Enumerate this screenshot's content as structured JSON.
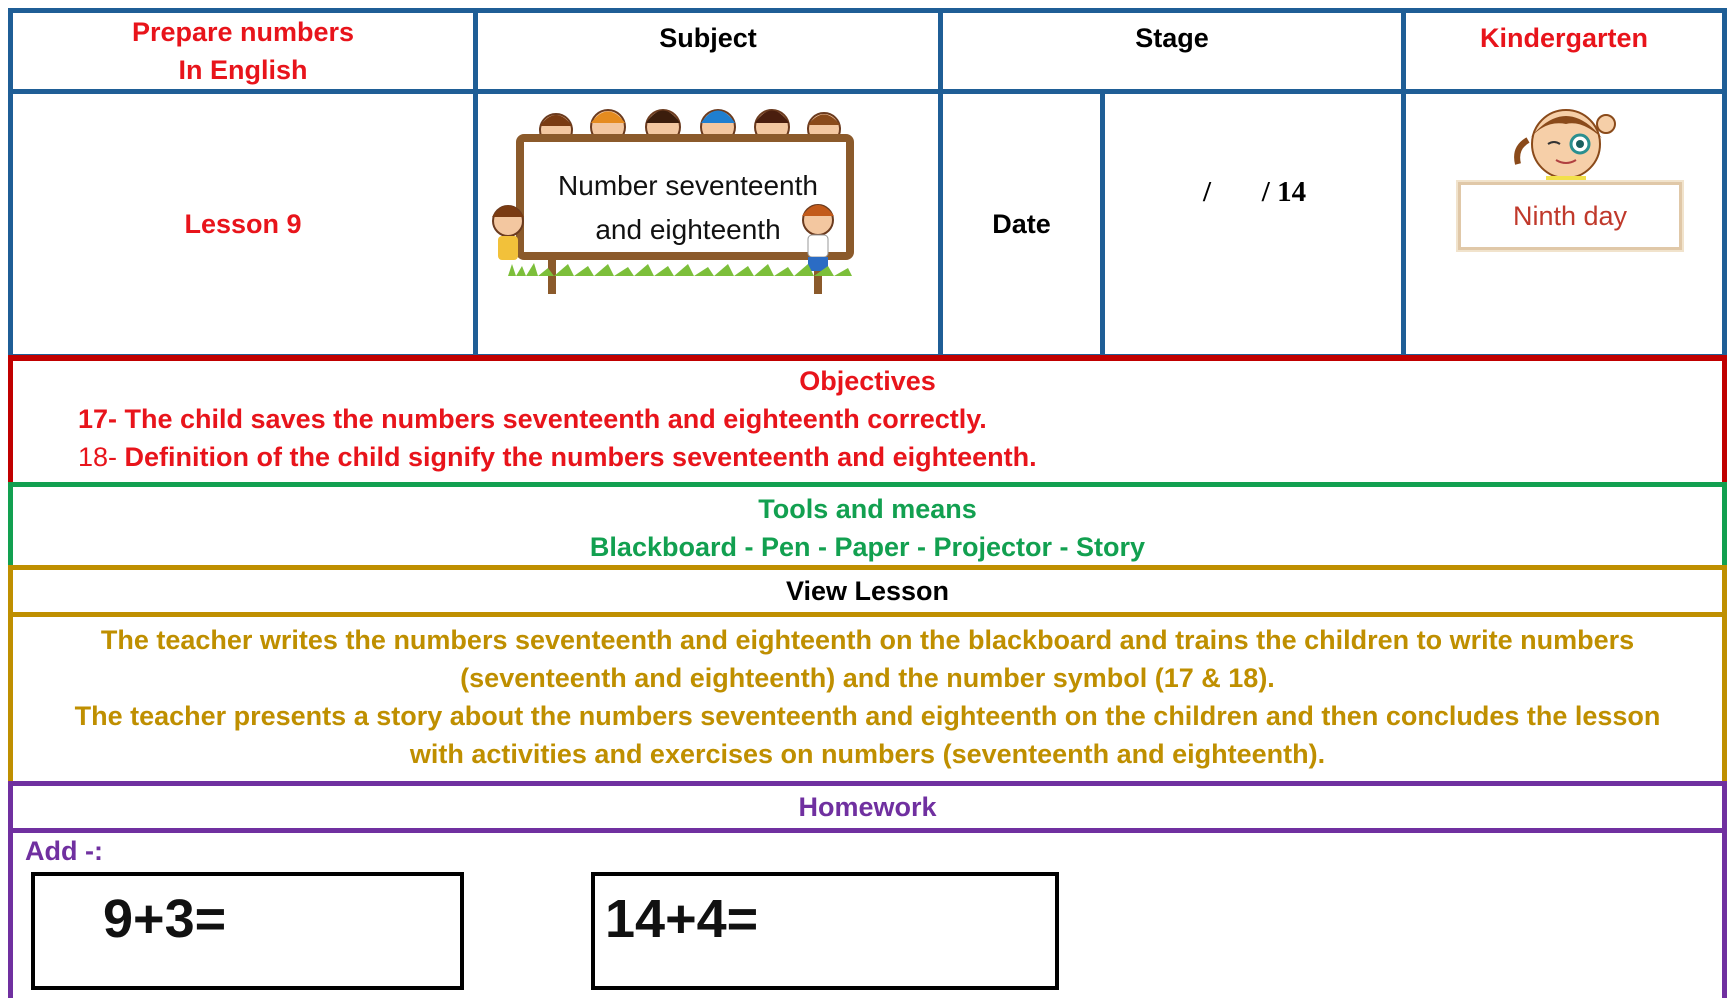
{
  "header": {
    "left_line1": "Prepare numbers",
    "left_line2": "In English",
    "subject": "Subject",
    "stage": "Stage",
    "right": "Kindergarten"
  },
  "row2": {
    "lesson": "Lesson 9",
    "board_line1": "Number seventeenth",
    "board_line2": "and eighteenth",
    "date_label": "Date",
    "date_value": "/       / 14",
    "day_sign": "Ninth day"
  },
  "objectives": {
    "title": "Objectives",
    "item1": "17- The child saves the numbers seventeenth and eighteenth correctly.",
    "item2_num": "18-",
    "item2_text": " Definition of the child signify the numbers seventeenth and eighteenth."
  },
  "tools": {
    "title": "Tools and means",
    "list": "Blackboard - Pen - Paper - Projector - Story"
  },
  "view_lesson": {
    "title": "View Lesson",
    "p1_line1": "The teacher writes the numbers seventeenth and eighteenth on the blackboard and trains the children to write numbers",
    "p1_line2": "(seventeenth and eighteenth) and the number symbol (17 & 18).",
    "p2_line1": "The teacher presents a story about the numbers seventeenth and eighteenth on the children and then concludes the lesson",
    "p2_line2": "with activities and exercises on numbers (seventeenth and eighteenth)."
  },
  "homework": {
    "title": "Homework",
    "instruction": "Add -:",
    "exercises": [
      "9+3=",
      "14+4="
    ]
  },
  "colors": {
    "blue_border": "#1f5e96",
    "red": "#e8141b",
    "green": "#12a050",
    "gold": "#bf8f00",
    "purple": "#7030a0"
  }
}
